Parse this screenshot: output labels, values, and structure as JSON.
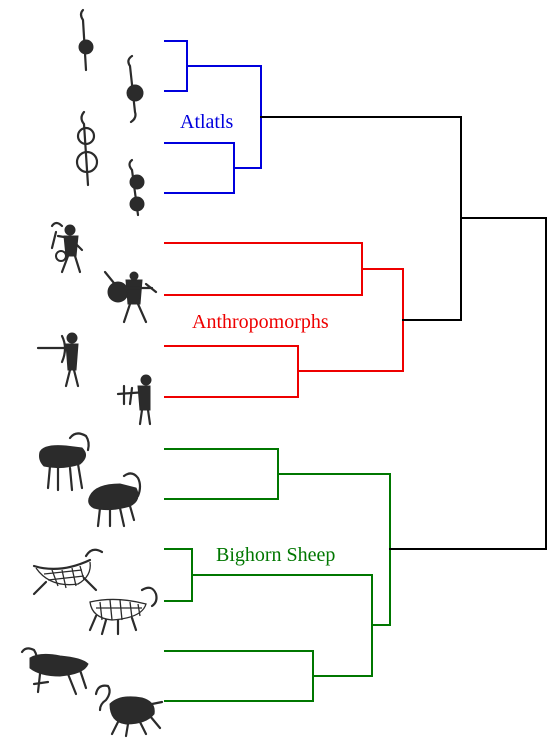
{
  "clusters": {
    "atlatls": {
      "label": "Atlatls",
      "color": "#0000dd"
    },
    "anthropomorphs": {
      "label": "Anthropomorphs",
      "color": "#ee0000"
    },
    "bighorn": {
      "label": "Bighorn Sheep",
      "color": "#007700"
    }
  },
  "tree": {
    "color": "#000000",
    "leaves": [
      {
        "glyph": "atlatl-dot-icon",
        "cluster": "atlatls"
      },
      {
        "glyph": "atlatl-dot-icon",
        "cluster": "atlatls"
      },
      {
        "glyph": "atlatl-rings-icon",
        "cluster": "atlatls"
      },
      {
        "glyph": "atlatl-dot-icon",
        "cluster": "atlatls"
      },
      {
        "glyph": "anthropomorph-icon",
        "cluster": "anthropomorphs"
      },
      {
        "glyph": "anthropomorph-icon",
        "cluster": "anthropomorphs"
      },
      {
        "glyph": "archer-icon",
        "cluster": "anthropomorphs"
      },
      {
        "glyph": "archer-icon",
        "cluster": "anthropomorphs"
      },
      {
        "glyph": "bighorn-sheep-icon",
        "cluster": "bighorn"
      },
      {
        "glyph": "bighorn-sheep-icon",
        "cluster": "bighorn"
      },
      {
        "glyph": "bighorn-sheep-hatched-icon",
        "cluster": "bighorn"
      },
      {
        "glyph": "bighorn-sheep-hatched-icon",
        "cluster": "bighorn"
      },
      {
        "glyph": "bighorn-sheep-icon",
        "cluster": "bighorn"
      },
      {
        "glyph": "bighorn-sheep-icon",
        "cluster": "bighorn"
      }
    ]
  }
}
